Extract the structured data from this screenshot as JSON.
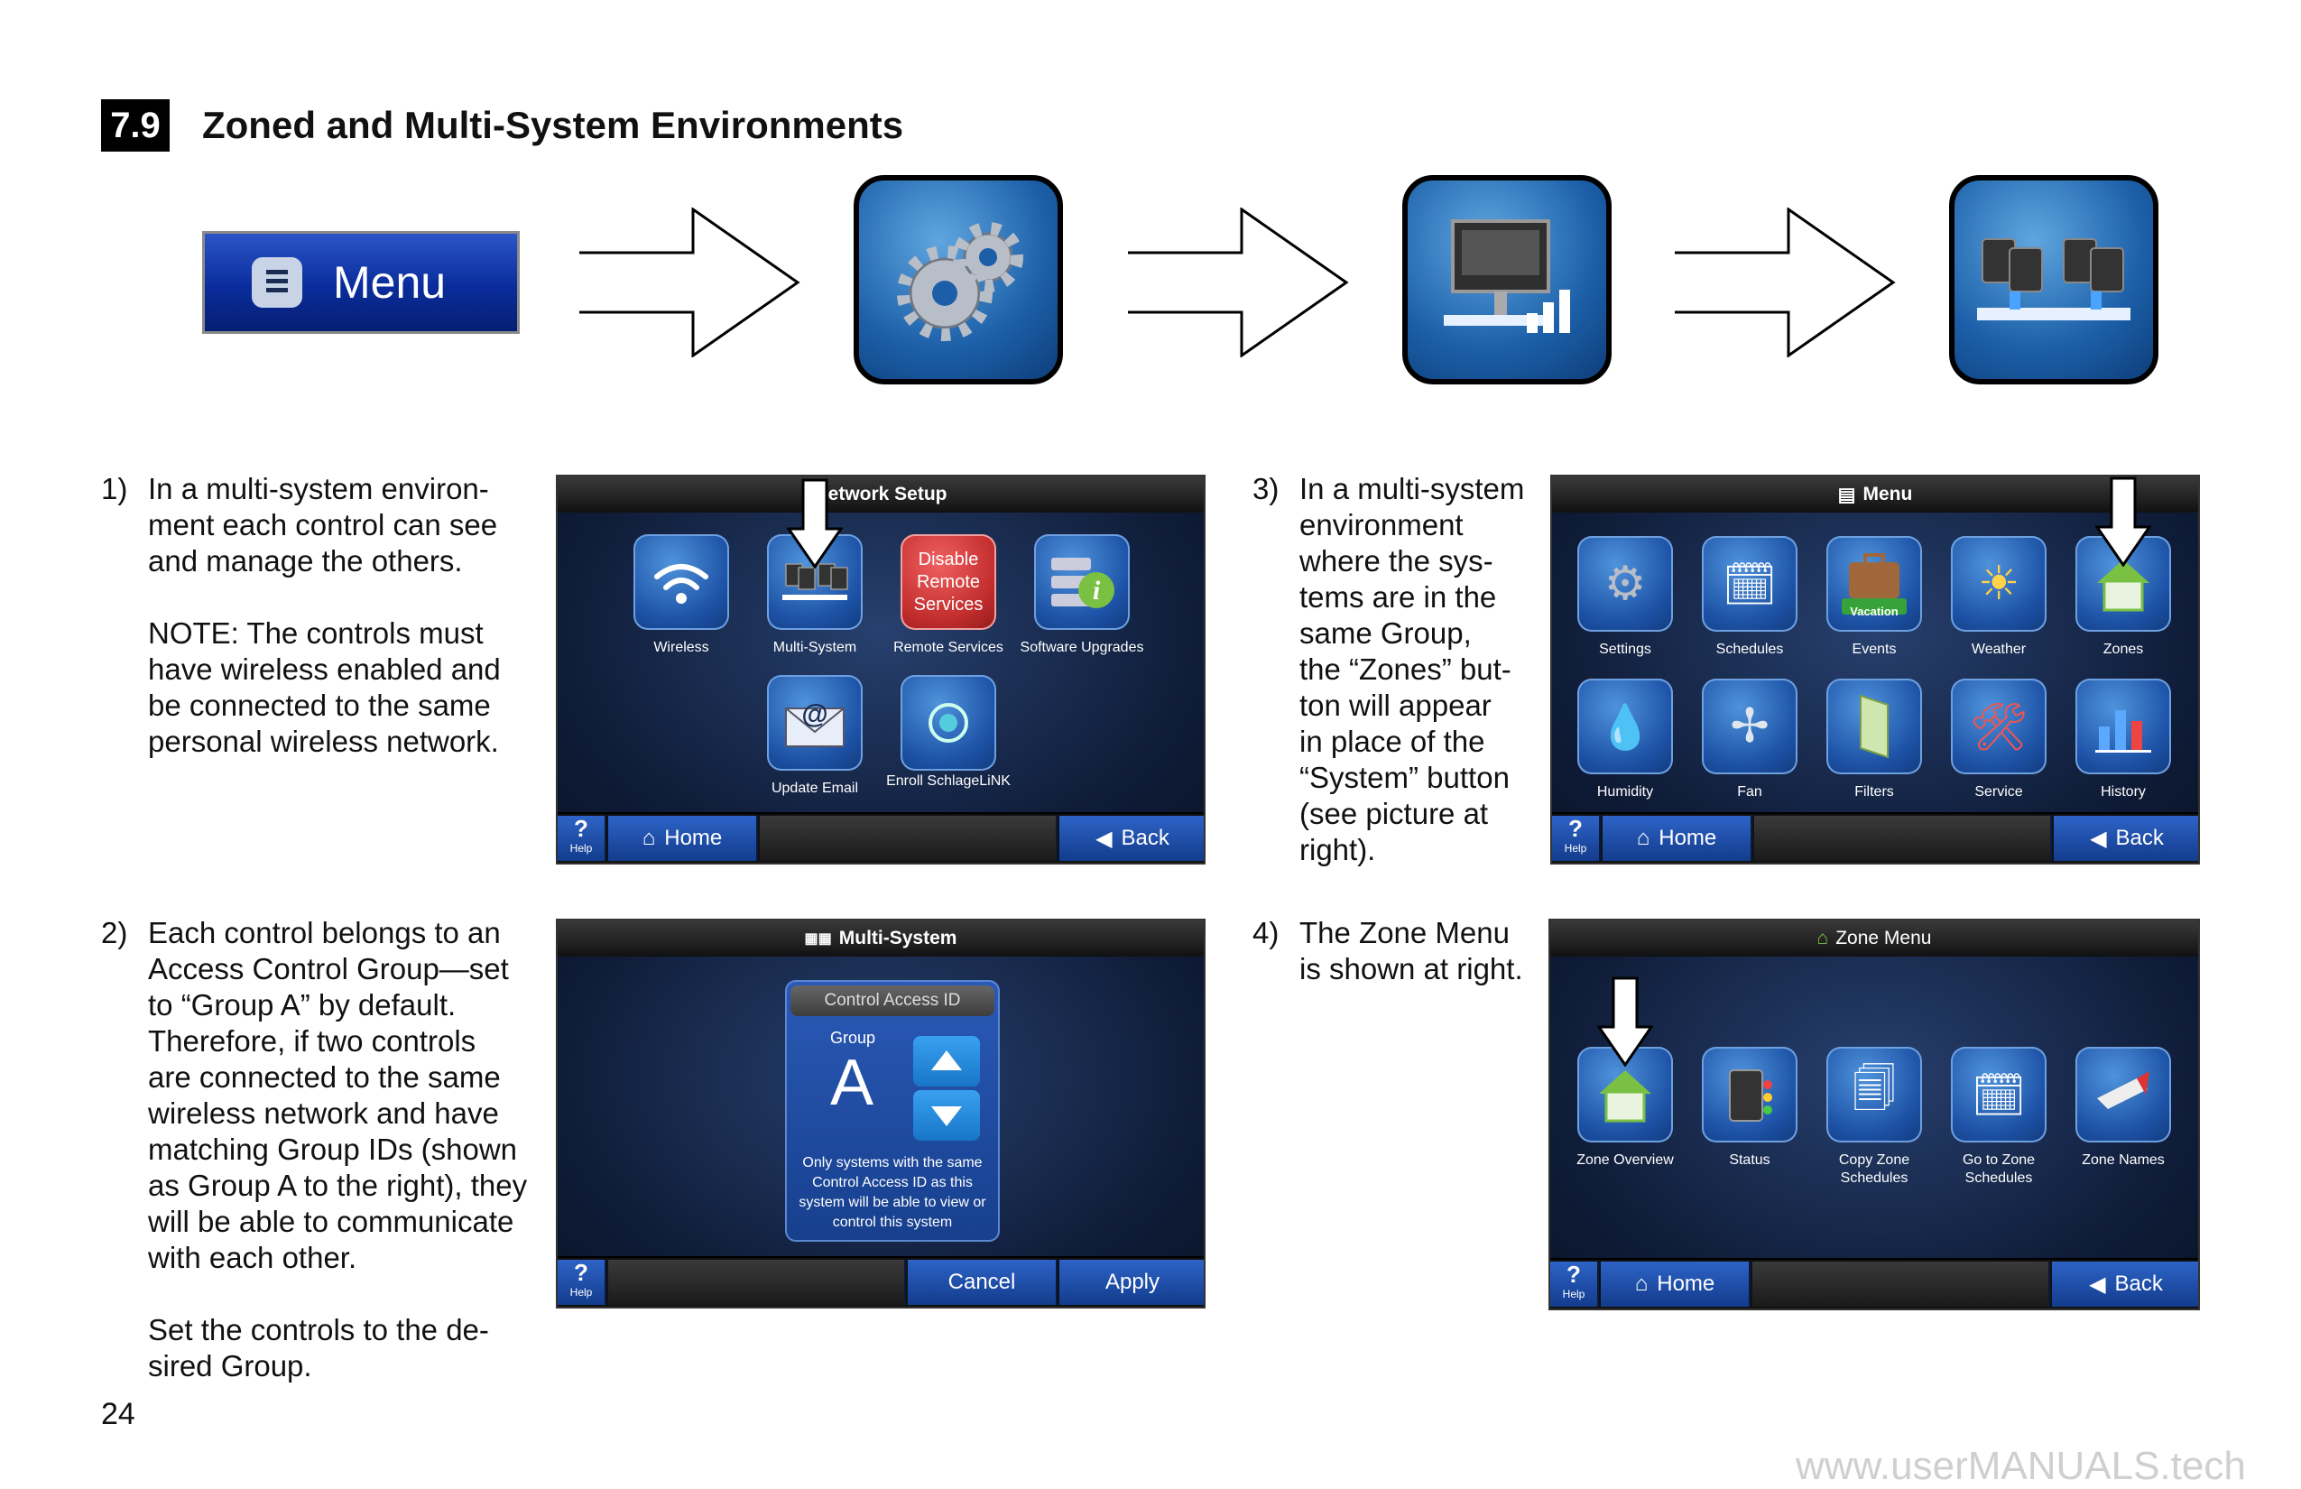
{
  "section": {
    "number": "7.9",
    "title": "Zoned and Multi-System Environments"
  },
  "flow": {
    "menu_label": "Menu",
    "icons": [
      "gears-icon",
      "network-setup-icon",
      "multi-system-icon"
    ]
  },
  "steps": [
    {
      "num": "1)",
      "text": "In a multi-system environ-\nment each control can see\nand manage the others.\n\nNOTE:  The controls must\nhave wireless enabled and\nbe connected to the same\npersonal wireless network."
    },
    {
      "num": "2)",
      "text": "Each control belongs to an\nAccess Control Group—set\nto “Group A” by default.\nTherefore, if two controls\nare connected to the same\nwireless network and have\nmatching Group IDs (shown\nas Group A to the right), they\nwill be able to communicate\nwith each other.\n\nSet the controls to the de-\nsired Group."
    },
    {
      "num": "3)",
      "text": "In a multi-system\nenvironment\nwhere the sys-\ntems are in the\nsame Group,\nthe “Zones” but-\nton will appear\nin place of the\n“System” button\n(see picture at\nright)."
    },
    {
      "num": "4)",
      "text": "The Zone Menu\nis shown at right."
    }
  ],
  "screen_network": {
    "title": "Network Setup",
    "tiles": [
      {
        "label": "Wireless"
      },
      {
        "label": "Multi-System"
      },
      {
        "label": "Remote Services",
        "button_text": "Disable Remote Services"
      },
      {
        "label": "Software Upgrades"
      },
      {
        "label": "Update Email"
      },
      {
        "label": "Enroll SchlageLiNK"
      }
    ],
    "footer": {
      "help": "?",
      "help_small": "Help",
      "home": "Home",
      "back": "Back"
    }
  },
  "screen_multisystem": {
    "title": "Multi-System",
    "dialog_title": "Control Access ID",
    "group_label": "Group",
    "group_value": "A",
    "note": "Only systems with the same Control Access ID as this system will be able to view or control this system",
    "footer": {
      "help": "?",
      "help_small": "Help",
      "cancel": "Cancel",
      "apply": "Apply"
    }
  },
  "screen_menu": {
    "title": "Menu",
    "tiles": [
      {
        "label": "Settings"
      },
      {
        "label": "Schedules"
      },
      {
        "label": "Events",
        "badge": "Vacation"
      },
      {
        "label": "Weather"
      },
      {
        "label": "Zones"
      },
      {
        "label": "Humidity"
      },
      {
        "label": "Fan"
      },
      {
        "label": "Filters"
      },
      {
        "label": "Service"
      },
      {
        "label": "History"
      }
    ],
    "footer": {
      "help": "?",
      "help_small": "Help",
      "home": "Home",
      "back": "Back"
    }
  },
  "screen_zone": {
    "title": "Zone Menu",
    "tiles": [
      {
        "label": "Zone Overview"
      },
      {
        "label": "Status"
      },
      {
        "label": "Copy Zone Schedules"
      },
      {
        "label": "Go to Zone Schedules"
      },
      {
        "label": "Zone Names"
      }
    ],
    "footer": {
      "help": "?",
      "help_small": "Help",
      "home": "Home",
      "back": "Back"
    }
  },
  "page_number": "24",
  "watermark": "www.userMANUALS.tech"
}
